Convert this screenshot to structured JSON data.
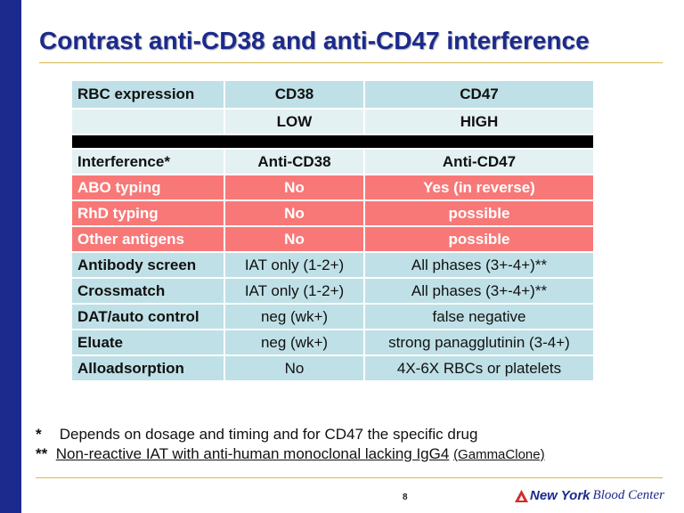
{
  "slide": {
    "title": "Contrast anti-CD38 and anti-CD47 interference",
    "page_number": "8"
  },
  "table": {
    "header": {
      "label": "RBC expression",
      "col1": "CD38",
      "col2": "CD47"
    },
    "level": {
      "label": "",
      "col1": "LOW",
      "col2": "HIGH"
    },
    "subheader": {
      "label": "Interference*",
      "col1": "Anti-CD38",
      "col2": "Anti-CD47"
    },
    "rows": [
      {
        "label": "ABO typing",
        "cd38": "No",
        "cd47": "Yes (in reverse)",
        "highlight": true
      },
      {
        "label": "RhD typing",
        "cd38": "No",
        "cd47": "possible",
        "highlight": true
      },
      {
        "label": "Other antigens",
        "cd38": "No",
        "cd47": "possible",
        "highlight": true
      },
      {
        "label": "Antibody screen",
        "cd38": "IAT only (1-2+)",
        "cd47": "All phases (3+-4+)**",
        "highlight": false
      },
      {
        "label": "Crossmatch",
        "cd38": "IAT only (1-2+)",
        "cd47": "All phases (3+-4+)**",
        "highlight": false
      },
      {
        "label": "DAT/auto control",
        "cd38": "neg (wk+)",
        "cd47": "false negative",
        "highlight": false
      },
      {
        "label": "Eluate",
        "cd38": "neg (wk+)",
        "cd47": "strong panagglutinin (3-4+)",
        "highlight": false
      },
      {
        "label": "Alloadsorption",
        "cd38": "No",
        "cd47": "4X-6X RBCs or platelets",
        "highlight": false
      }
    ]
  },
  "footnotes": {
    "note1_mark": "*",
    "note1_text": "Depends on dosage and timing and for CD47 the specific drug",
    "note2_mark": "**",
    "note2_text": "Non-reactive IAT with anti-human monoclonal lacking IgG4",
    "note2_source": "(GammaClone)"
  },
  "logo": {
    "bold": "New York",
    "rest": "Blood Center",
    "icon": "triangle-logo-icon"
  },
  "colors": {
    "title": "#1b2a8c",
    "left_bar": "#1b2a8c",
    "rule": "#d8b84a",
    "teal_row": "#bfe0e6",
    "light_row": "#e3f1f3",
    "highlight_row": "#f87878",
    "separator": "#000000"
  }
}
